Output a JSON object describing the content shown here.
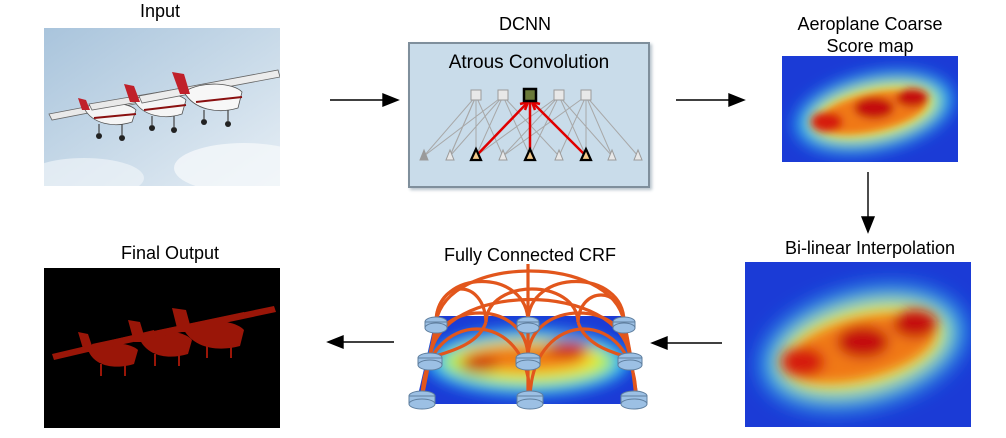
{
  "stages": {
    "input": {
      "label": "Input"
    },
    "dcnn": {
      "label": "DCNN",
      "inner_label": "Atrous Convolution"
    },
    "coarse": {
      "label_line1": "Aeroplane Coarse",
      "label_line2": "Score map"
    },
    "bilinear": {
      "label": "Bi-linear Interpolation"
    },
    "crf": {
      "label": "Fully Connected CRF"
    },
    "output": {
      "label": "Final Output"
    }
  },
  "colors": {
    "dcnn_box_fill": "#c9dcea",
    "dcnn_box_border": "#7f8f9c",
    "highlight_red": "#e00000",
    "crf_arc": "#e2561c",
    "output_bg": "#000000",
    "output_plane": "#9a1608",
    "heat_low": "#1b3bd6",
    "heat_high": "#b0000a"
  },
  "icons": [
    "airplane-photo",
    "atrous-conv-graph",
    "heatmap",
    "crf-graph",
    "arrow-right-icon",
    "arrow-down-icon",
    "arrow-left-icon"
  ]
}
